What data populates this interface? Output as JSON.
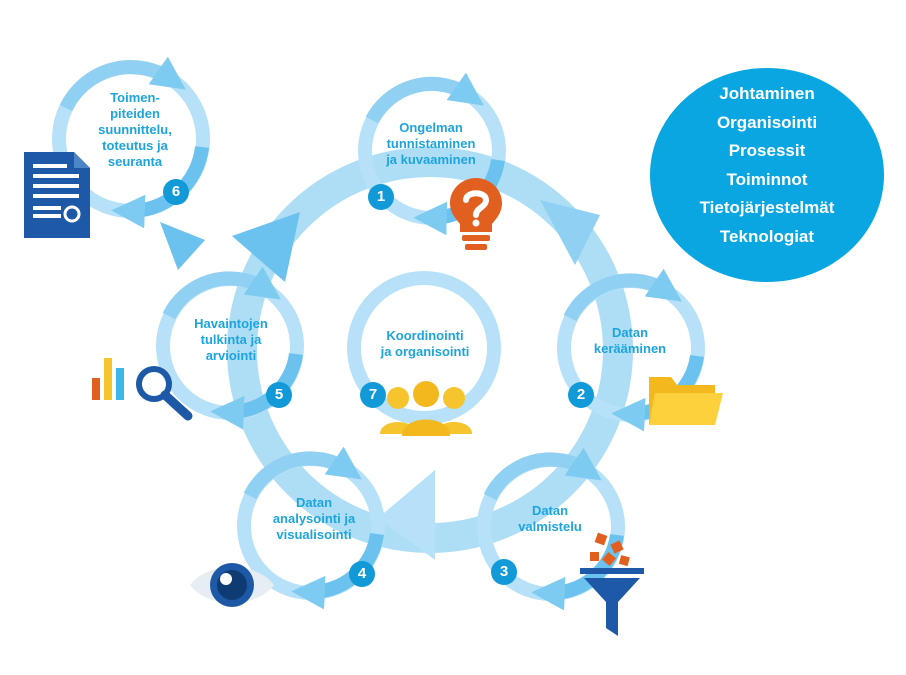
{
  "steps": [
    {
      "number": "1",
      "label": "Ongelman\ntunnistaminen\nja kuvaaminen",
      "icon": "lightbulb-question-icon"
    },
    {
      "number": "2",
      "label": "Datan\nkerääminen",
      "icon": "folder-icon"
    },
    {
      "number": "3",
      "label": "Datan\nvalmistelu",
      "icon": "funnel-icon"
    },
    {
      "number": "4",
      "label": "Datan\nanalysointi ja\nvisualisointi",
      "icon": "eye-icon"
    },
    {
      "number": "5",
      "label": "Havaintojen\ntulkinta ja\narviointi",
      "icon": "bar-chart-magnifier-icon"
    },
    {
      "number": "6",
      "label": "Toimen-\npiteiden\nsuunnittelu,\ntoteutus ja\nseuranta",
      "icon": "document-icon"
    },
    {
      "number": "7",
      "label": "Koordinointi\nja organisointi",
      "icon": "people-group-icon"
    }
  ],
  "scope_items": [
    "Johtaminen",
    "Organisointi",
    "Prosessit",
    "Toiminnot",
    "Tietojärjestelmät",
    "Teknologiat"
  ],
  "colors": {
    "cycle_light": "#b6e1f8",
    "cycle_mid": "#8fd0f3",
    "cycle_dark": "#6cc2ee",
    "big_arrow": "#9fd8f5",
    "number_badge": "#1199d8",
    "label_text": "#1da4de",
    "scope_circle": "#0aa6e2",
    "orange": "#e2601f",
    "yellow": "#f6c42c",
    "navy": "#1d59a6"
  }
}
